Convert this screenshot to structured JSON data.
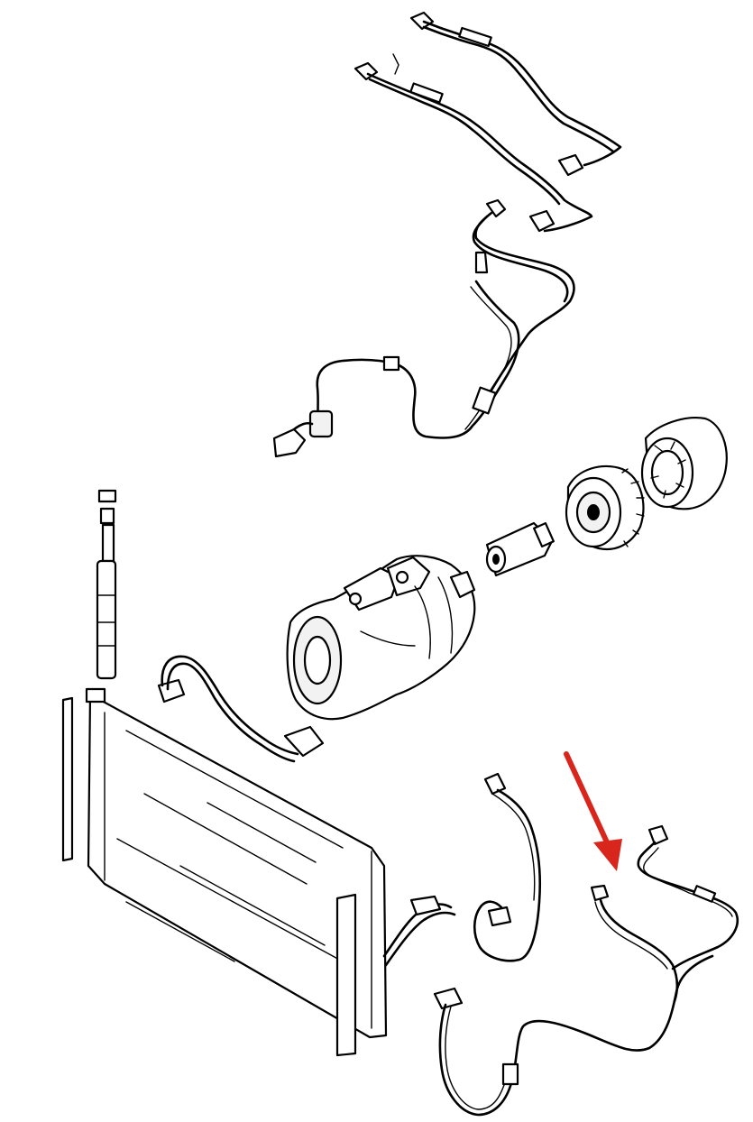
{
  "diagram": {
    "type": "exploded-parts-diagram",
    "parts": [
      "upper-refrigerant-lines",
      "evaporator-suction-line",
      "magnetic-clutch-housing",
      "clutch-pulley",
      "clutch-hub-sleeve",
      "ac-compressor",
      "receiver-drier",
      "compressor-discharge-hose",
      "condenser",
      "condenser-outlet-line",
      "lower-refrigerant-line",
      "highlighted-refrigerant-line"
    ],
    "highlight": {
      "arrow_color": "#d9261c",
      "target": "highlighted-refrigerant-line"
    },
    "colors": {
      "line_art": "#000000",
      "background": "#ffffff"
    }
  }
}
